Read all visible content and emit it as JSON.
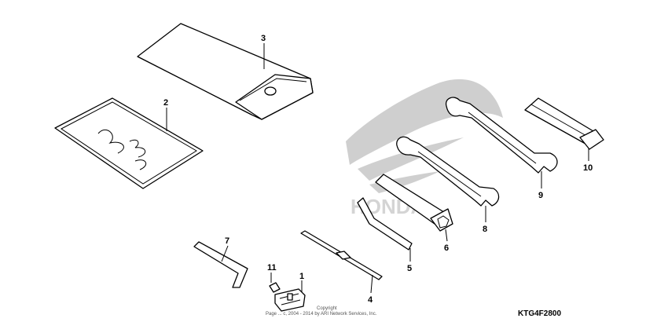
{
  "diagram": {
    "callouts": [
      {
        "id": "1",
        "label": "1"
      },
      {
        "id": "2",
        "label": "2"
      },
      {
        "id": "3",
        "label": "3"
      },
      {
        "id": "4",
        "label": "4"
      },
      {
        "id": "5",
        "label": "5"
      },
      {
        "id": "6",
        "label": "6"
      },
      {
        "id": "7",
        "label": "7"
      },
      {
        "id": "8",
        "label": "8"
      },
      {
        "id": "9",
        "label": "9"
      },
      {
        "id": "10",
        "label": "10"
      },
      {
        "id": "11",
        "label": "11"
      }
    ],
    "diagram_code": "KTG4F2800",
    "copyright_line1": "Copyright",
    "copyright_line2": "Page ... c, 2004 - 2014 by ARI Network Services, Inc.",
    "watermark_text": "HONDA",
    "colors": {
      "line": "#000000",
      "watermark": "#cfcfcf"
    }
  }
}
